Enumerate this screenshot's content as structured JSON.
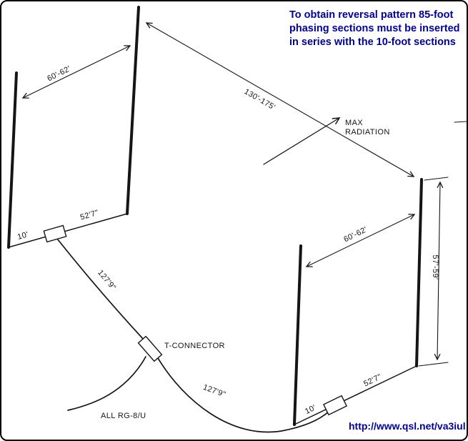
{
  "colors": {
    "ink": "#151515",
    "accent_text": "#00009b",
    "background": "#ffffff"
  },
  "note": {
    "lines": [
      "To obtain reversal pattern 85-foot",
      "phasing sections must be inserted",
      "in series with the 10-foot sections"
    ]
  },
  "diagram": {
    "left_bay": {
      "spacing": "60'-62'",
      "bottom_section": "52'7\"",
      "stub": "10'"
    },
    "right_bay": {
      "spacing": "60'-62'",
      "bottom_section": "52'7\"",
      "stub": "10'",
      "height": "57'-59'"
    },
    "separation": "130'-175'",
    "max_radiation": {
      "line1": "MAX",
      "line2": "RADIATION"
    },
    "left_phasing": "127'9\"",
    "right_phasing": "127'9\"",
    "t_connector": "T-CONNECTOR",
    "coax": "ALL RG-8/U"
  },
  "footer": {
    "url": "http://www.qsl.net/va3iul"
  }
}
